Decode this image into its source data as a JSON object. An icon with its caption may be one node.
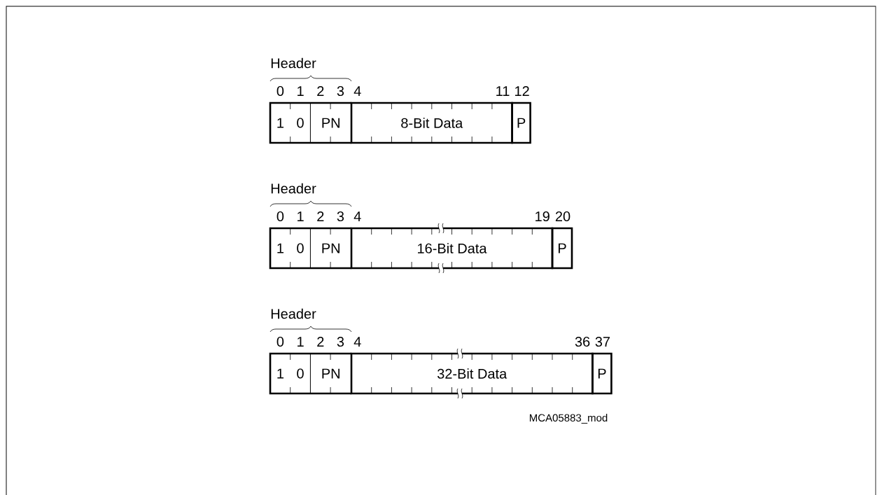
{
  "diagram": {
    "nodes": [
      {
        "text": [
          "1"
        ]
      },
      {
        "text": [
          "0"
        ]
      },
      {
        "text": [
          "PN"
        ]
      },
      {
        "text": [
          "8-Bit Data"
        ]
      },
      {
        "text": [
          "P"
        ]
      },
      {
        "text": [
          "1"
        ]
      },
      {
        "text": [
          "0"
        ]
      },
      {
        "text": [
          "PN"
        ]
      },
      {
        "text": [
          "16-Bit Data"
        ]
      },
      {
        "text": [
          "P"
        ]
      },
      {
        "text": [
          "1"
        ]
      },
      {
        "text": [
          "0"
        ]
      },
      {
        "text": [
          "PN"
        ]
      },
      {
        "text": [
          "32-Bit Data"
        ]
      },
      {
        "text": [
          "P"
        ]
      }
    ],
    "labels": [
      "Header",
      "0",
      "1",
      "2",
      "3",
      "4",
      "11",
      "12",
      "Header",
      "0",
      "1",
      "2",
      "3",
      "4",
      "19",
      "20",
      "Header",
      "0",
      "1",
      "2",
      "3",
      "4",
      "36",
      "37",
      "MCA05883_mod"
    ]
  }
}
